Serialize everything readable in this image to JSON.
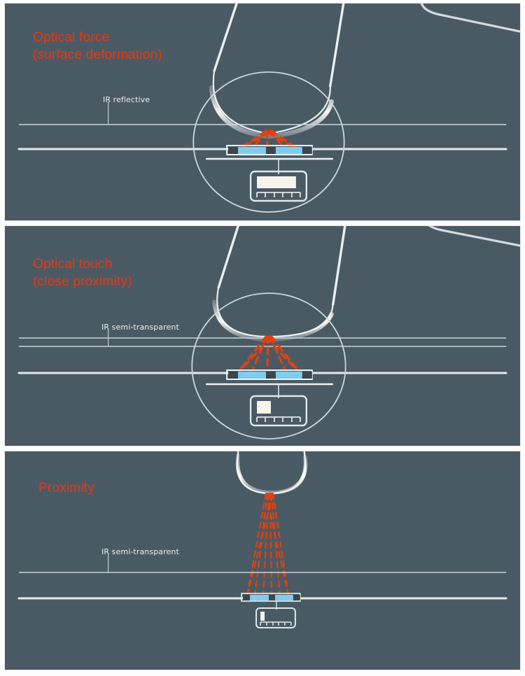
{
  "page": {
    "background_color": "#fdfdfd",
    "panel_background_color": "#4a5a64",
    "accent_color": "#e03a17",
    "sensor_color": "#7ecdee",
    "line_color": "#e9eef0",
    "panel_count": 3
  },
  "panels": [
    {
      "id": "optical-force",
      "title": "Optical force\n(surface deformation)",
      "title_line1": "Optical force",
      "title_line2": "(surface deformation)",
      "layer_label": "IR reflective",
      "finger_state": "pressed-flattened",
      "magnifier": true,
      "beam_count": 6,
      "beam_style": "dashed-crossing",
      "sensor_segments": 2,
      "meter_fill_percent": 72,
      "meter_ticks": 5
    },
    {
      "id": "optical-touch",
      "title": "Optical touch\n(close proximity)",
      "title_line1": "Optical touch",
      "title_line2": "(close proximity)",
      "layer_label": "IR semi-transparent",
      "finger_state": "touching-rounded",
      "magnifier": true,
      "beam_count": 6,
      "beam_style": "dashed-crossing",
      "sensor_segments": 2,
      "meter_fill_percent": 24,
      "meter_ticks": 5
    },
    {
      "id": "proximity",
      "title": "Proximity",
      "title_line1": "Proximity",
      "title_line2": "",
      "layer_label": "IR semi-transparent",
      "finger_state": "hovering-far",
      "magnifier": false,
      "beam_count": 8,
      "beam_style": "dashed-diverging-long",
      "sensor_segments": 2,
      "meter_fill_percent": 10,
      "meter_ticks": 5
    }
  ]
}
